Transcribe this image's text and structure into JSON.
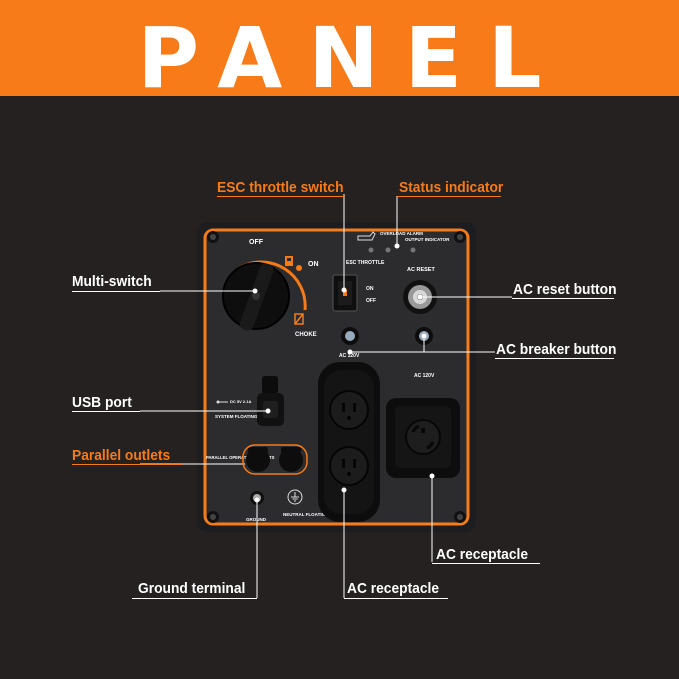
{
  "header": {
    "title": "PANEL"
  },
  "panel_text": {
    "off": "OFF",
    "on": "ON",
    "choke": "CHOKE",
    "esc_throttle": "ESC THROTTLE",
    "switch_on": "ON",
    "switch_off": "OFF",
    "overload_alarm": "OVERLOAD ALARM",
    "output_indicator": "OUTPUT INDICATOR",
    "ac_reset": "AC RESET",
    "ac_120v_left": "AC 120V",
    "ac_120v_right": "AC 120V",
    "usb_spec": "DC 5V 2.1A",
    "system_floating": "SYSTEM FLOATING",
    "parallel_operation_outlets": "PARALLEL OPERATION OUTLETS",
    "ground": "GROUND",
    "neutral_floating": "NEUTRAL FLOATING"
  },
  "callouts": {
    "esc_throttle_switch": "ESC throttle switch",
    "status_indicator": "Status indicator",
    "multi_switch": "Multi-switch",
    "ac_reset_button": "AC reset button",
    "ac_breaker_button": "AC breaker button",
    "usb_port": "USB port",
    "parallel_outlets": "Parallel outlets",
    "ac_receptacle_right": "AC receptacle",
    "ground_terminal": "Ground terminal",
    "ac_receptacle_bottom": "AC receptacle"
  },
  "colors": {
    "accent": "#f77b18",
    "background": "#252120",
    "panel": "#2b2b2d",
    "text": "#ffffff"
  }
}
